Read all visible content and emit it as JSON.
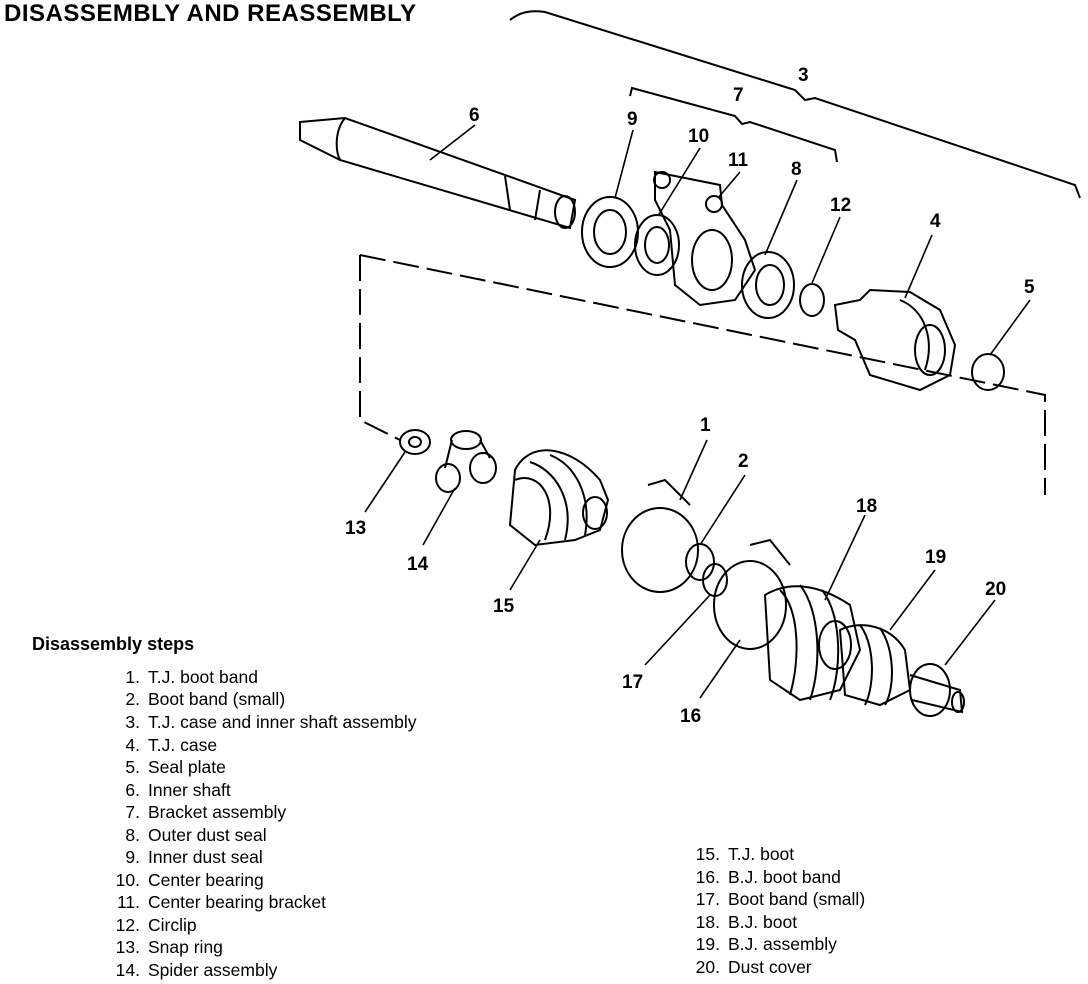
{
  "title": "DISASSEMBLY AND REASSEMBLY",
  "callouts": [
    "1",
    "2",
    "3",
    "4",
    "5",
    "6",
    "7",
    "8",
    "9",
    "10",
    "11",
    "12",
    "13",
    "14",
    "15",
    "16",
    "17",
    "18",
    "19",
    "20"
  ],
  "steps_heading": "Disassembly steps",
  "steps": [
    {
      "num": "1.",
      "label": "T.J. boot band"
    },
    {
      "num": "2.",
      "label": "Boot band (small)"
    },
    {
      "num": "3.",
      "label": "T.J. case and inner shaft assembly"
    },
    {
      "num": "4.",
      "label": "T.J. case"
    },
    {
      "num": "5.",
      "label": "Seal plate"
    },
    {
      "num": "6.",
      "label": "Inner shaft"
    },
    {
      "num": "7.",
      "label": "Bracket assembly"
    },
    {
      "num": "8.",
      "label": "Outer dust seal"
    },
    {
      "num": "9.",
      "label": "Inner dust seal"
    },
    {
      "num": "10.",
      "label": "Center bearing"
    },
    {
      "num": "11.",
      "label": "Center bearing bracket"
    },
    {
      "num": "12.",
      "label": "Circlip"
    },
    {
      "num": "13.",
      "label": "Snap ring"
    },
    {
      "num": "14.",
      "label": "Spider assembly"
    },
    {
      "num": "15.",
      "label": "T.J. boot"
    },
    {
      "num": "16.",
      "label": "B.J. boot band"
    },
    {
      "num": "17.",
      "label": "Boot band (small)"
    },
    {
      "num": "18.",
      "label": "B.J. boot"
    },
    {
      "num": "19.",
      "label": "B.J. assembly"
    },
    {
      "num": "20.",
      "label": "Dust cover"
    }
  ]
}
